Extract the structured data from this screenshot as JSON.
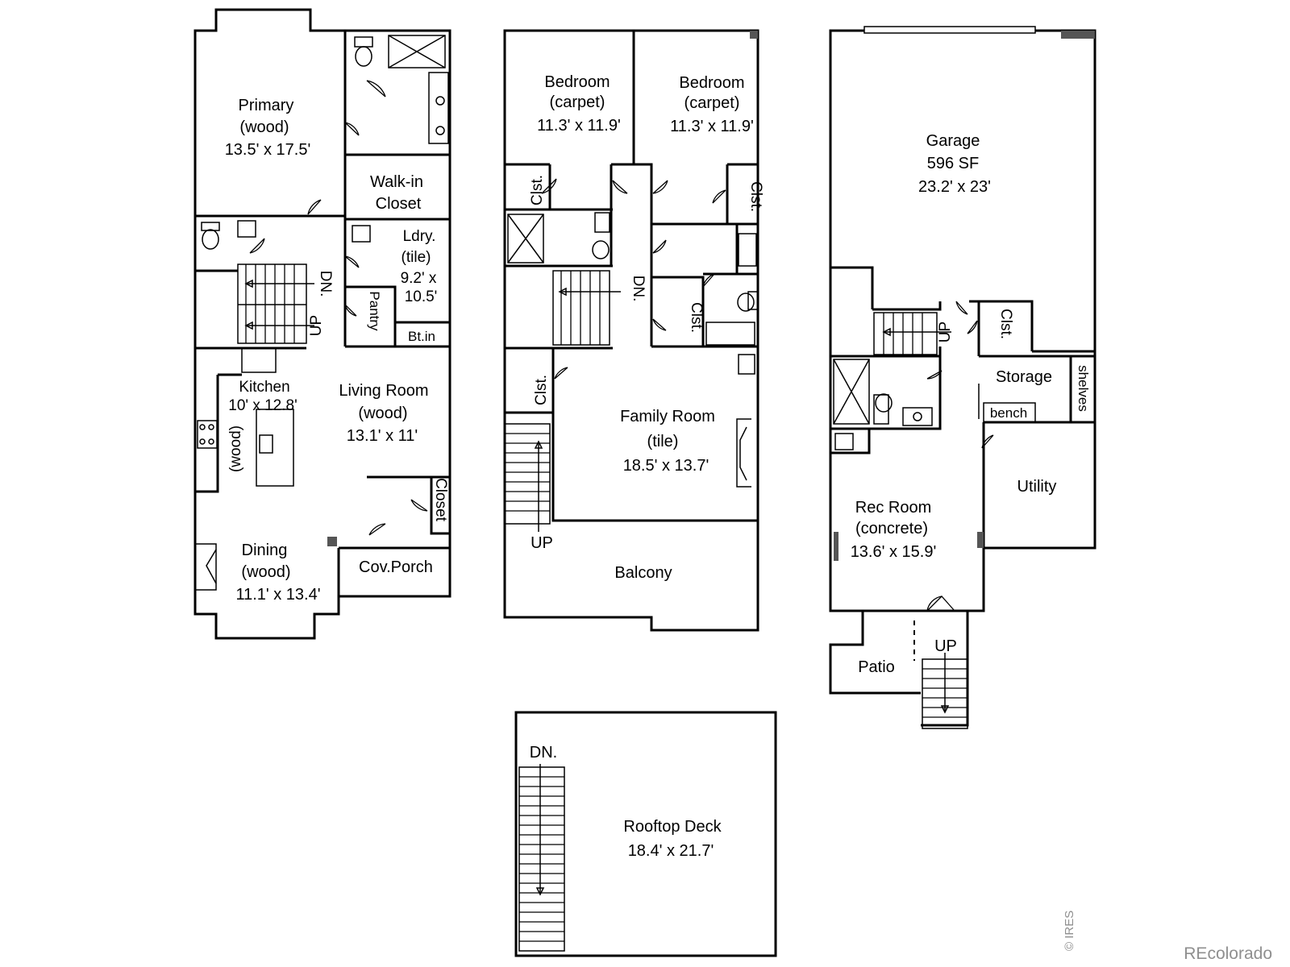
{
  "floor_main": {
    "primary": "Primary",
    "primary_floor": "(wood)",
    "primary_size": "13.5' x 17.5'",
    "walkin": "Walk-in",
    "walkin2": "Closet",
    "ldry": "Ldry.",
    "ldry_floor": "(tile)",
    "ldry_size1": "9.2' x",
    "ldry_size2": "10.5'",
    "pantry": "Pantry",
    "btin": "Bt.in",
    "dn": "DN.",
    "up": "UP",
    "kitchen": "Kitchen",
    "kitchen_size": "10' x 12.8'",
    "kitchen_floor": "(wood)",
    "living": "Living Room",
    "living_floor": "(wood)",
    "living_size": "13.1' x 11'",
    "closet": "Closet",
    "dining": "Dining",
    "dining_floor": "(wood)",
    "dining_size": "11.1' x 13.4'",
    "covporch": "Cov.Porch"
  },
  "floor_upper": {
    "bed1": "Bedroom",
    "bed1_floor": "(carpet)",
    "bed1_size": "11.3' x 11.9'",
    "bed2": "Bedroom",
    "bed2_floor": "(carpet)",
    "bed2_size": "11.3' x 11.9'",
    "clst": "Clst.",
    "dn": "DN.",
    "up": "UP",
    "family": "Family Room",
    "family_floor": "(tile)",
    "family_size": "18.5' x 13.7'",
    "balcony": "Balcony"
  },
  "floor_lower": {
    "garage": "Garage",
    "garage_area": "596 SF",
    "garage_size": "23.2' x 23'",
    "up": "UP",
    "clst": "Clst.",
    "storage": "Storage",
    "shelves": "shelves",
    "bench": "bench",
    "utility": "Utility",
    "rec": "Rec Room",
    "rec_floor": "(concrete)",
    "rec_size": "13.6' x 15.9'",
    "patio": "Patio",
    "up2": "UP"
  },
  "floor_roof": {
    "dn": "DN.",
    "deck": "Rooftop Deck",
    "deck_size": "18.4' x 21.7'"
  },
  "credits": {
    "ires": "© IRES",
    "recolorado": "REcolorado"
  }
}
